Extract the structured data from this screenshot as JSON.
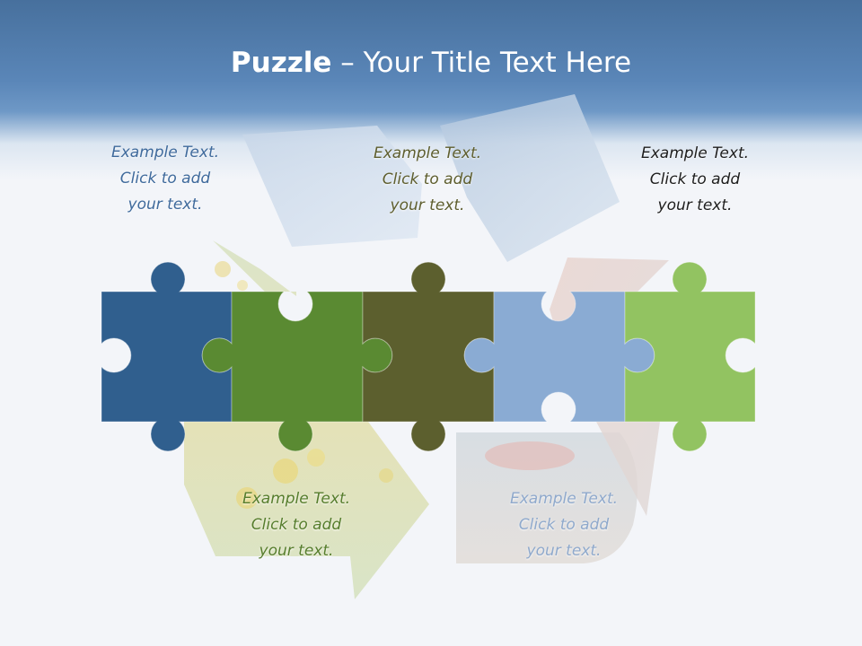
{
  "slide": {
    "title_bold": "Puzzle",
    "title_rest": " – Your Title Text Here"
  },
  "captions": [
    {
      "line1": "Example Text.",
      "line2": "Click  to add",
      "line3": "your text."
    },
    {
      "line1": "Example Text.",
      "line2": "Click  to add",
      "line3": "your text."
    },
    {
      "line1": "Example Text.",
      "line2": "Click  to add",
      "line3": "your text."
    },
    {
      "line1": "Example Text.",
      "line2": "Click  to add",
      "line3": "your text."
    },
    {
      "line1": "Example Text.",
      "line2": "Click  to add",
      "line3": "your text."
    }
  ],
  "colors": {
    "piece_1": "#305f8e",
    "piece_2": "#5a8a32",
    "piece_3": "#5c5f2e",
    "piece_4": "#8aabd3",
    "piece_5": "#92c361",
    "header": "#5a86b8"
  }
}
